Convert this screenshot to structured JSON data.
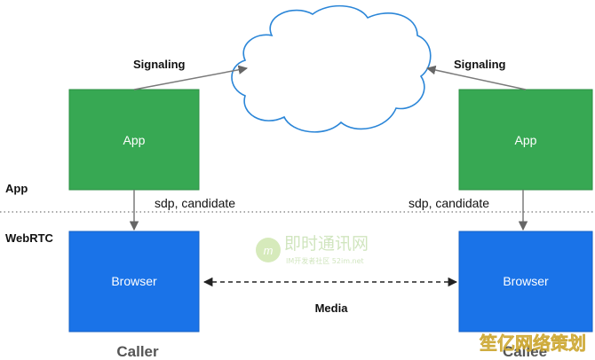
{
  "diagram": {
    "layers": {
      "app_label": "App",
      "webrtc_label": "WebRTC"
    },
    "nodes": {
      "caller_app": "App",
      "callee_app": "App",
      "caller_browser": "Browser",
      "callee_browser": "Browser"
    },
    "edges": {
      "signaling_left": "Signaling",
      "signaling_right": "Signaling",
      "sdp_left": "sdp, candidate",
      "sdp_right": "sdp, candidate",
      "media": "Media"
    },
    "roles": {
      "caller": "Caller",
      "callee": "Callee"
    },
    "watermarks": {
      "center_logo": "即时通讯网",
      "center_sub": "IM开发者社区 52im.net",
      "corner": "笙亿网络策划"
    },
    "colors": {
      "app_green": "#37a853",
      "app_green_border": "#2e8f46",
      "browser_blue": "#1a73e8",
      "browser_blue_border": "#1660c4",
      "cloud_stroke": "#2b86d8",
      "arrow_gray": "#7a7a7a"
    }
  }
}
